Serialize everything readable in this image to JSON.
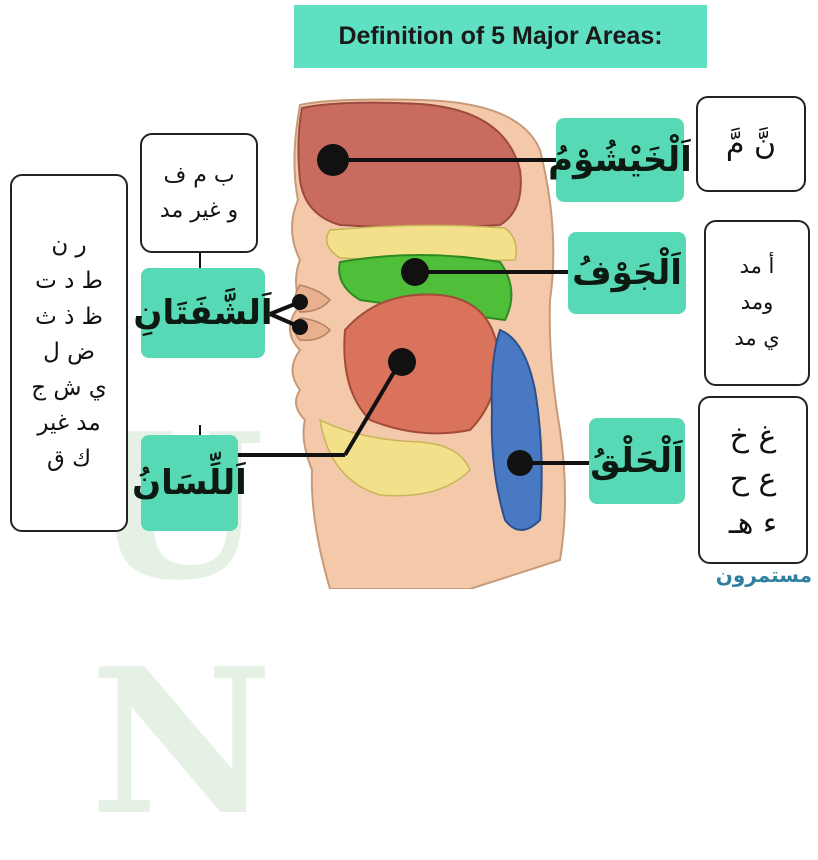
{
  "title": "Definition of 5 Major Areas:",
  "areas": {
    "khayshum": {
      "label": "اَلْخَيْشُوْمُ",
      "letters": [
        "نَّ مَّ"
      ]
    },
    "jawf": {
      "label": "اَلْجَوْفُ",
      "letters": [
        "أ مد",
        "ومد",
        "ي مد"
      ]
    },
    "halq": {
      "label": "اَلْحَلْقُ",
      "letters": [
        "غ خ",
        "ع ح",
        "ء هـ"
      ]
    },
    "shafatan": {
      "label": "اَلشَّفَتَانِ",
      "letters": [
        "ب م ف",
        "و غير مد"
      ]
    },
    "lisan": {
      "label": "اَللِّسَانُ",
      "letters": [
        "ر ن",
        "ط د ت",
        "ظ ذ ث",
        "ض ل",
        "ي ش ج",
        "مد غير",
        "ك ق"
      ]
    }
  },
  "watermark": "مستمرون",
  "colors": {
    "title_bg": "#5fe0c3",
    "label_bg": "#56d9b4"
  }
}
